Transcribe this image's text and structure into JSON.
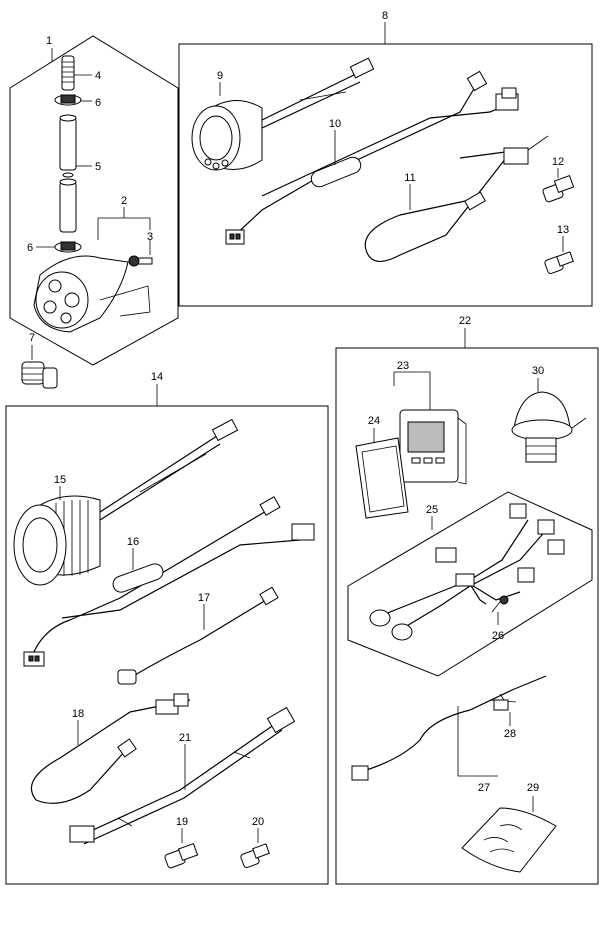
{
  "diagram": {
    "part_labels": [
      "1",
      "2",
      "3",
      "4",
      "5",
      "6",
      "6",
      "7",
      "8",
      "9",
      "10",
      "11",
      "12",
      "13",
      "14",
      "15",
      "16",
      "17",
      "18",
      "19",
      "20",
      "21",
      "22",
      "23",
      "24",
      "25",
      "26",
      "27",
      "28",
      "29",
      "30"
    ]
  }
}
